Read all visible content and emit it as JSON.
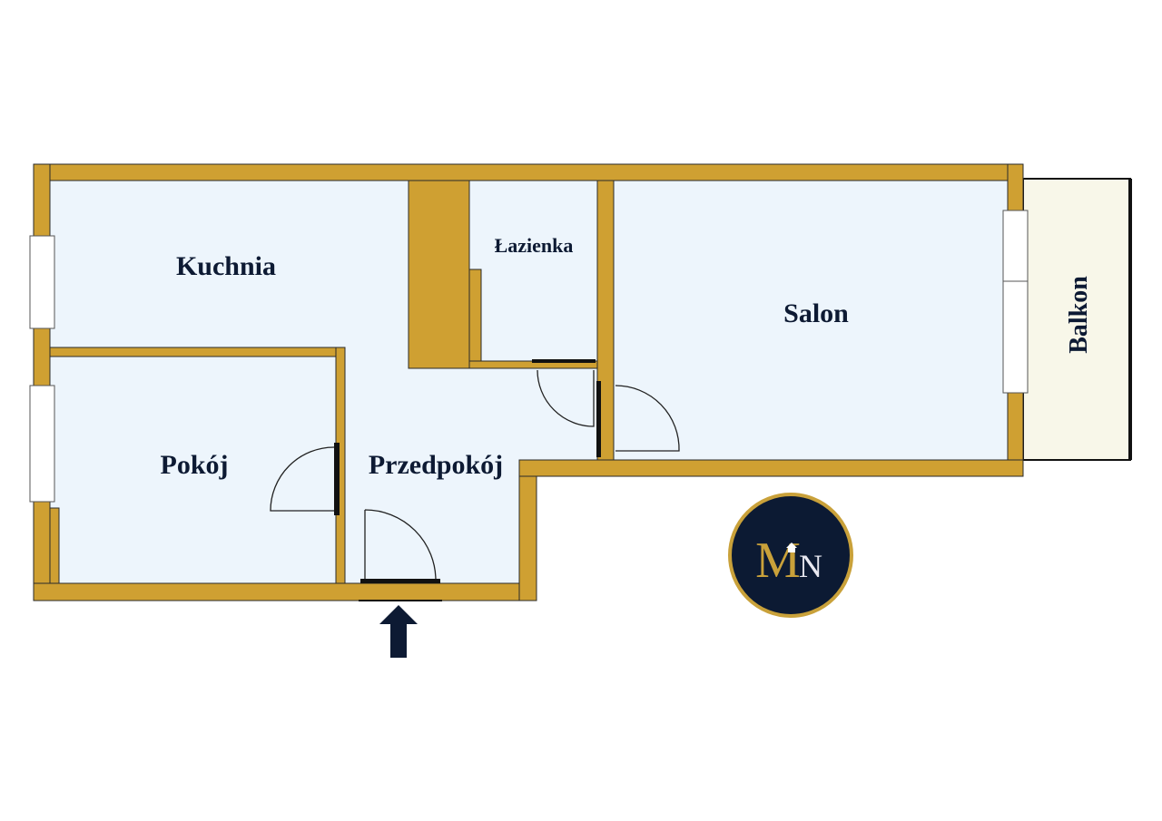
{
  "plan": {
    "rooms": {
      "kitchen": "Kuchnia",
      "bathroom": "Łazienka",
      "living_room": "Salon",
      "room": "Pokój",
      "hallway": "Przedpokój",
      "balcony": "Balkon"
    },
    "entrance": "arrow-up-icon"
  },
  "logo": {
    "text": "MN",
    "background": "#0c1a33",
    "accent": "#c9a13a"
  },
  "colors": {
    "wall": "#cfa032",
    "floor": "#edf5fc",
    "balcony": "#f8f7e9",
    "text": "#0d1a33"
  }
}
